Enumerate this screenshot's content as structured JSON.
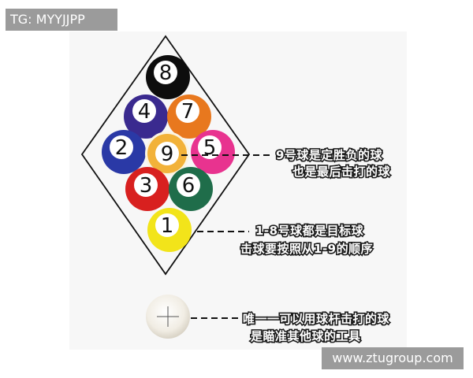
{
  "watermarks": {
    "top_left": "TG: MYYJJPP",
    "bottom_right": "www.ztugroup.com"
  },
  "balls": [
    {
      "number": "8",
      "color": "#0d0d0d"
    },
    {
      "number": "4",
      "color": "#3a2a8f"
    },
    {
      "number": "7",
      "color": "#e8781e"
    },
    {
      "number": "2",
      "color": "#2a39a6"
    },
    {
      "number": "9",
      "color": "#f2b23a"
    },
    {
      "number": "5",
      "color": "#e8338f"
    },
    {
      "number": "3",
      "color": "#d8201f"
    },
    {
      "number": "6",
      "color": "#1f6d4a"
    },
    {
      "number": "1",
      "color": "#f2e41a"
    }
  ],
  "annotations": {
    "nine_ball": [
      "9号球是定胜负的球",
      "也是最后击打的球"
    ],
    "target_balls": [
      "1-8号球都是目标球",
      "击球要按照从1-9的顺序"
    ],
    "cue_ball": [
      "唯一一可以用球杆击打的球",
      "是瞄准其他球的工具"
    ]
  }
}
